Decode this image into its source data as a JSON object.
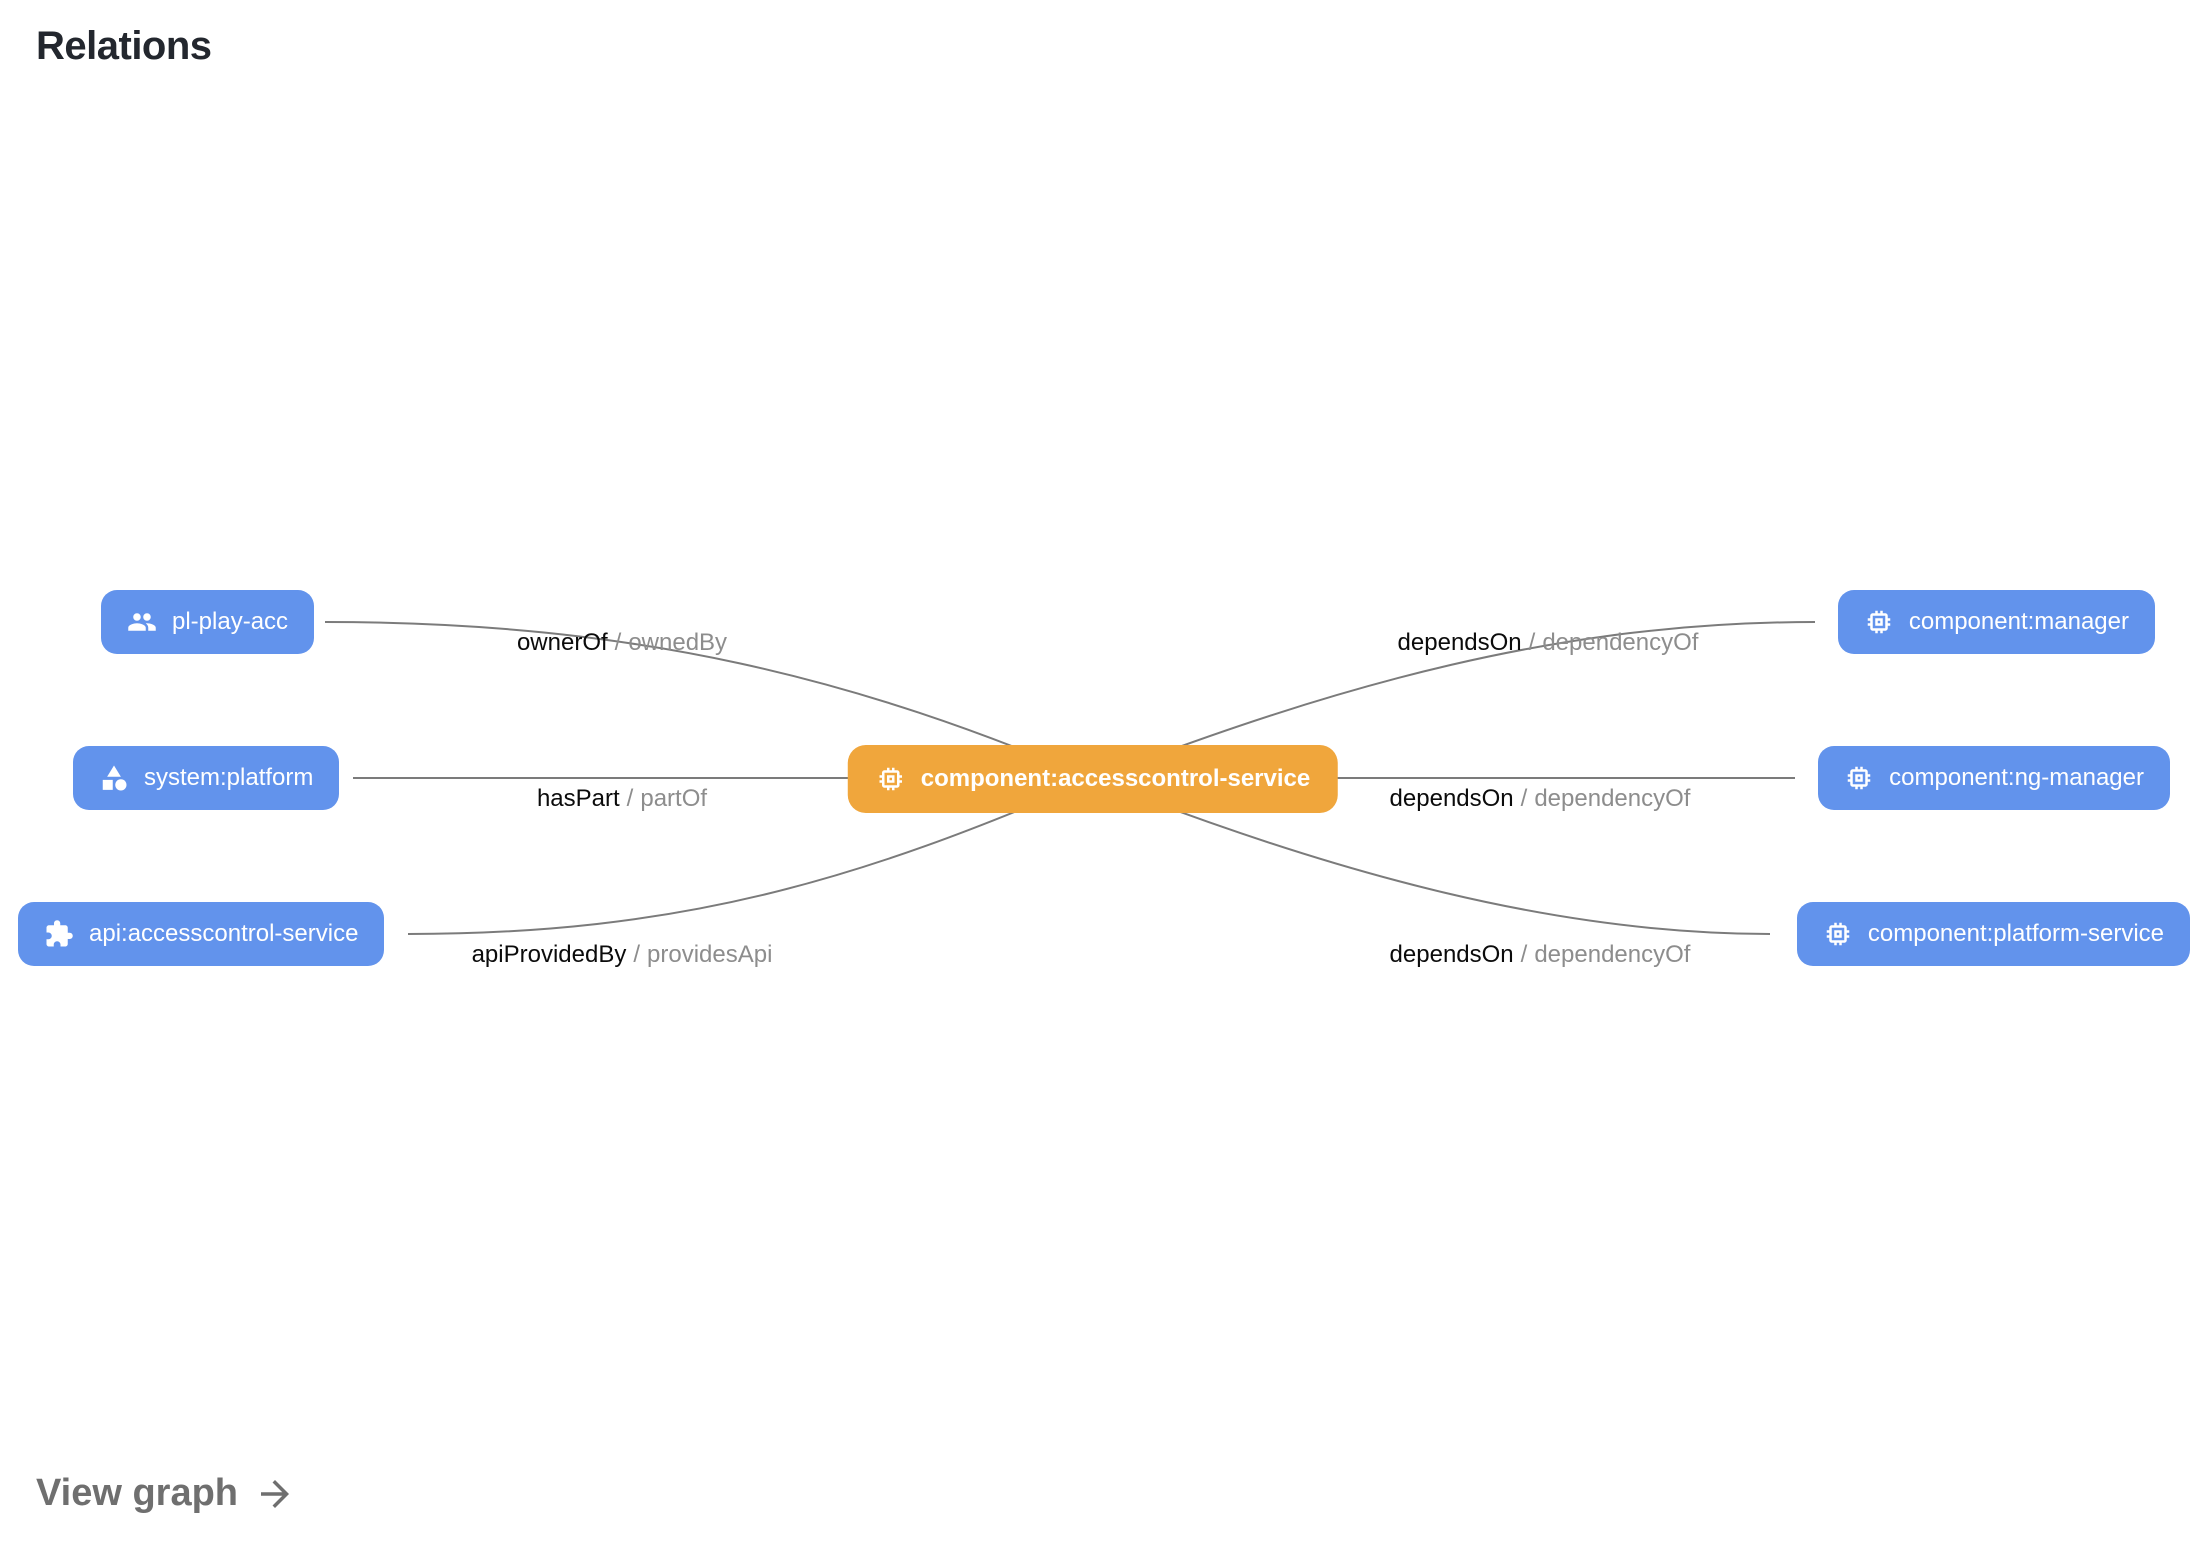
{
  "title": "Relations",
  "colors": {
    "node_blue": "#6293EC",
    "node_orange": "#F0A63C",
    "edge_line": "#7B7B7B",
    "edge_label_primary": "#0B0B0B",
    "edge_label_secondary": "#8D8D8D",
    "title_text": "#23272E",
    "link_text": "#6F6F6F"
  },
  "graph": {
    "center_node": {
      "label": "component:accesscontrol-service",
      "icon": "chip-icon"
    },
    "left_nodes": [
      {
        "label": "pl-play-acc",
        "icon": "people-icon"
      },
      {
        "label": "system:platform",
        "icon": "shapes-icon"
      },
      {
        "label": "api:accesscontrol-service",
        "icon": "puzzle-icon"
      }
    ],
    "right_nodes": [
      {
        "label": "component:manager",
        "icon": "chip-icon"
      },
      {
        "label": "component:ng-manager",
        "icon": "chip-icon"
      },
      {
        "label": "component:platform-service",
        "icon": "chip-icon"
      }
    ],
    "edge_labels": {
      "separator": "/",
      "left": [
        {
          "forward": "ownerOf",
          "reverse": "ownedBy"
        },
        {
          "forward": "hasPart",
          "reverse": "partOf"
        },
        {
          "forward": "apiProvidedBy",
          "reverse": "providesApi"
        }
      ],
      "right": [
        {
          "forward": "dependsOn",
          "reverse": "dependencyOf"
        },
        {
          "forward": "dependsOn",
          "reverse": "dependencyOf"
        },
        {
          "forward": "dependsOn",
          "reverse": "dependencyOf"
        }
      ]
    }
  },
  "footer": {
    "view_graph_label": "View graph"
  }
}
